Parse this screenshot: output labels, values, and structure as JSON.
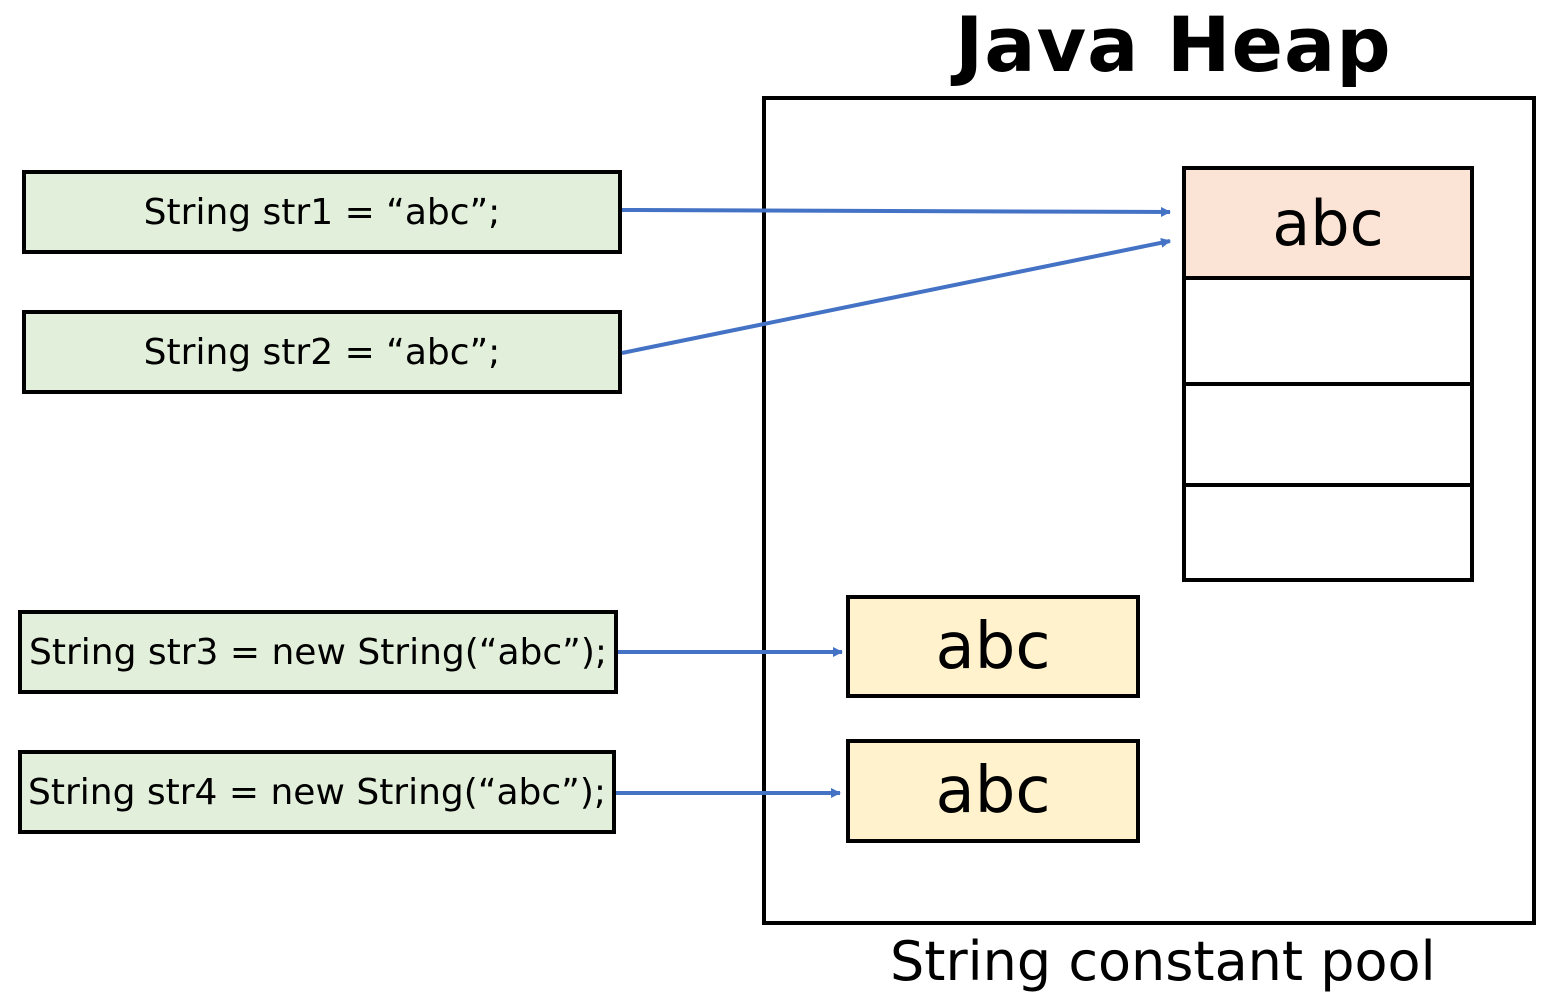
{
  "heap": {
    "title": "Java Heap",
    "pool_caption": "String constant pool"
  },
  "code_lines": [
    "String str1 = “abc”;",
    "String str2 = “abc”;",
    "String str3 = new String(“abc”);",
    "String str4 = new String(“abc”);"
  ],
  "pool_entry": "abc",
  "heap_objects": [
    "abc",
    "abc"
  ],
  "colors": {
    "code_fill": "#e2efda",
    "pool_entry_fill": "#fbe4d5",
    "heap_object_fill": "#fff2cc",
    "arrow": "#4472c4"
  }
}
